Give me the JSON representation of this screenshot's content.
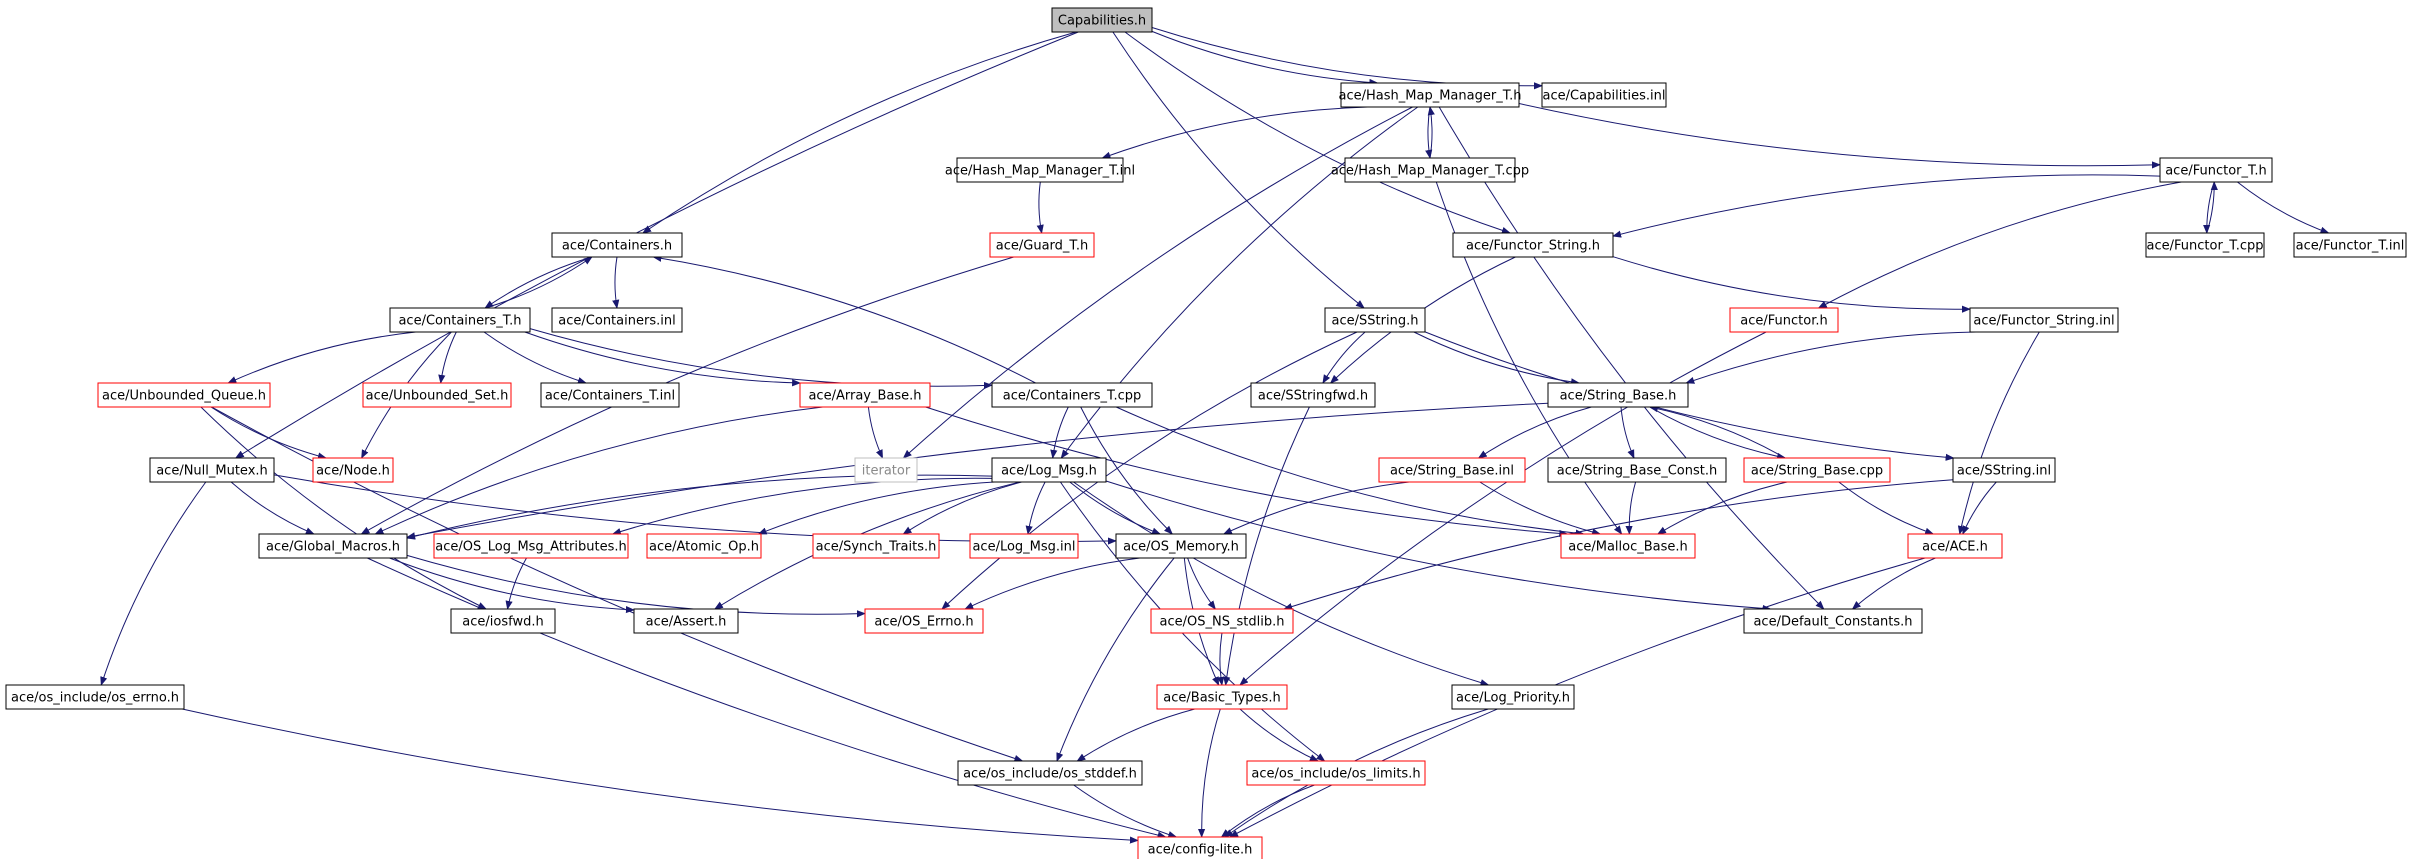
{
  "colors": {
    "edge": "#191970",
    "root_fill": "#bfbfbf",
    "border_documented": "#000000",
    "border_undocumented": "#ff0000",
    "border_external": "#bfbfbf",
    "text": "#000000",
    "text_external": "#8a8a8a"
  },
  "nodes": [
    {
      "id": "capabilities_h",
      "label": "Capabilities.h",
      "kind": "root"
    },
    {
      "id": "capabilities_inl",
      "label": "ace/Capabilities.inl",
      "kind": "documented"
    },
    {
      "id": "hash_map_manager_t_h",
      "label": "ace/Hash_Map_Manager_T.h",
      "kind": "documented"
    },
    {
      "id": "hash_map_manager_t_inl",
      "label": "ace/Hash_Map_Manager_T.inl",
      "kind": "documented"
    },
    {
      "id": "hash_map_manager_t_cpp",
      "label": "ace/Hash_Map_Manager_T.cpp",
      "kind": "documented"
    },
    {
      "id": "functor_t_h",
      "label": "ace/Functor_T.h",
      "kind": "documented"
    },
    {
      "id": "functor_t_cpp",
      "label": "ace/Functor_T.cpp",
      "kind": "documented"
    },
    {
      "id": "functor_t_inl",
      "label": "ace/Functor_T.inl",
      "kind": "documented"
    },
    {
      "id": "guard_t_h",
      "label": "ace/Guard_T.h",
      "kind": "undocumented"
    },
    {
      "id": "containers_h",
      "label": "ace/Containers.h",
      "kind": "documented"
    },
    {
      "id": "containers_inl",
      "label": "ace/Containers.inl",
      "kind": "documented"
    },
    {
      "id": "containers_t_h",
      "label": "ace/Containers_T.h",
      "kind": "documented"
    },
    {
      "id": "functor_string_h",
      "label": "ace/Functor_String.h",
      "kind": "documented"
    },
    {
      "id": "sstring_h",
      "label": "ace/SString.h",
      "kind": "documented"
    },
    {
      "id": "functor_h",
      "label": "ace/Functor.h",
      "kind": "undocumented"
    },
    {
      "id": "functor_string_inl",
      "label": "ace/Functor_String.inl",
      "kind": "documented"
    },
    {
      "id": "unbounded_queue_h",
      "label": "ace/Unbounded_Queue.h",
      "kind": "undocumented"
    },
    {
      "id": "unbounded_set_h",
      "label": "ace/Unbounded_Set.h",
      "kind": "undocumented"
    },
    {
      "id": "containers_t_inl",
      "label": "ace/Containers_T.inl",
      "kind": "documented"
    },
    {
      "id": "array_base_h",
      "label": "ace/Array_Base.h",
      "kind": "undocumented"
    },
    {
      "id": "containers_t_cpp",
      "label": "ace/Containers_T.cpp",
      "kind": "documented"
    },
    {
      "id": "sstringfwd_h",
      "label": "ace/SStringfwd.h",
      "kind": "documented"
    },
    {
      "id": "string_base_h",
      "label": "ace/String_Base.h",
      "kind": "documented"
    },
    {
      "id": "null_mutex_h",
      "label": "ace/Null_Mutex.h",
      "kind": "documented"
    },
    {
      "id": "node_h",
      "label": "ace/Node.h",
      "kind": "undocumented"
    },
    {
      "id": "iterator",
      "label": "iterator",
      "kind": "external"
    },
    {
      "id": "log_msg_h",
      "label": "ace/Log_Msg.h",
      "kind": "documented"
    },
    {
      "id": "string_base_inl",
      "label": "ace/String_Base.inl",
      "kind": "undocumented"
    },
    {
      "id": "string_base_const_h",
      "label": "ace/String_Base_Const.h",
      "kind": "documented"
    },
    {
      "id": "string_base_cpp",
      "label": "ace/String_Base.cpp",
      "kind": "undocumented"
    },
    {
      "id": "sstring_inl",
      "label": "ace/SString.inl",
      "kind": "documented"
    },
    {
      "id": "global_macros_h",
      "label": "ace/Global_Macros.h",
      "kind": "documented"
    },
    {
      "id": "os_log_msg_attributes_h",
      "label": "ace/OS_Log_Msg_Attributes.h",
      "kind": "undocumented"
    },
    {
      "id": "atomic_op_h",
      "label": "ace/Atomic_Op.h",
      "kind": "undocumented"
    },
    {
      "id": "synch_traits_h",
      "label": "ace/Synch_Traits.h",
      "kind": "undocumented"
    },
    {
      "id": "log_msg_inl",
      "label": "ace/Log_Msg.inl",
      "kind": "undocumented"
    },
    {
      "id": "os_memory_h",
      "label": "ace/OS_Memory.h",
      "kind": "documented"
    },
    {
      "id": "malloc_base_h",
      "label": "ace/Malloc_Base.h",
      "kind": "undocumented"
    },
    {
      "id": "ace_h",
      "label": "ace/ACE.h",
      "kind": "undocumented"
    },
    {
      "id": "iosfwd_h",
      "label": "ace/iosfwd.h",
      "kind": "documented"
    },
    {
      "id": "assert_h",
      "label": "ace/Assert.h",
      "kind": "documented"
    },
    {
      "id": "os_errno_h",
      "label": "ace/OS_Errno.h",
      "kind": "undocumented"
    },
    {
      "id": "os_ns_stdlib_h",
      "label": "ace/OS_NS_stdlib.h",
      "kind": "undocumented"
    },
    {
      "id": "default_constants_h",
      "label": "ace/Default_Constants.h",
      "kind": "documented"
    },
    {
      "id": "os_include_os_errno_h",
      "label": "ace/os_include/os_errno.h",
      "kind": "documented"
    },
    {
      "id": "basic_types_h",
      "label": "ace/Basic_Types.h",
      "kind": "undocumented"
    },
    {
      "id": "log_priority_h",
      "label": "ace/Log_Priority.h",
      "kind": "documented"
    },
    {
      "id": "os_include_os_stddef_h",
      "label": "ace/os_include/os_stddef.h",
      "kind": "documented"
    },
    {
      "id": "os_include_os_limits_h",
      "label": "ace/os_include/os_limits.h",
      "kind": "undocumented"
    },
    {
      "id": "config_lite_h",
      "label": "ace/config-lite.h",
      "kind": "undocumented"
    }
  ],
  "edges": [
    [
      "capabilities_h",
      "capabilities_inl"
    ],
    [
      "capabilities_h",
      "hash_map_manager_t_h"
    ],
    [
      "capabilities_h",
      "containers_h"
    ],
    [
      "capabilities_h",
      "functor_string_h"
    ],
    [
      "capabilities_h",
      "sstring_h"
    ],
    [
      "capabilities_h",
      "null_mutex_h"
    ],
    [
      "hash_map_manager_t_h",
      "hash_map_manager_t_inl"
    ],
    [
      "hash_map_manager_t_h",
      "hash_map_manager_t_cpp"
    ],
    [
      "hash_map_manager_t_cpp",
      "hash_map_manager_t_h"
    ],
    [
      "hash_map_manager_t_h",
      "functor_t_h"
    ],
    [
      "hash_map_manager_t_h",
      "log_msg_h"
    ],
    [
      "hash_map_manager_t_h",
      "iterator"
    ],
    [
      "hash_map_manager_t_h",
      "default_constants_h"
    ],
    [
      "hash_map_manager_t_inl",
      "guard_t_h"
    ],
    [
      "hash_map_manager_t_cpp",
      "malloc_base_h"
    ],
    [
      "functor_t_h",
      "functor_t_cpp"
    ],
    [
      "functor_t_cpp",
      "functor_t_h"
    ],
    [
      "functor_t_h",
      "functor_t_inl"
    ],
    [
      "functor_t_h",
      "functor_string_h"
    ],
    [
      "functor_t_h",
      "functor_h"
    ],
    [
      "guard_t_h",
      "global_macros_h"
    ],
    [
      "containers_h",
      "containers_inl"
    ],
    [
      "containers_h",
      "containers_t_h"
    ],
    [
      "containers_t_h",
      "containers_h"
    ],
    [
      "containers_t_h",
      "unbounded_queue_h"
    ],
    [
      "containers_t_h",
      "unbounded_set_h"
    ],
    [
      "containers_t_h",
      "containers_t_inl"
    ],
    [
      "containers_t_h",
      "array_base_h"
    ],
    [
      "containers_t_h",
      "containers_t_cpp"
    ],
    [
      "containers_t_h",
      "node_h"
    ],
    [
      "containers_t_cpp",
      "containers_h"
    ],
    [
      "containers_t_cpp",
      "log_msg_h"
    ],
    [
      "containers_t_cpp",
      "os_memory_h"
    ],
    [
      "containers_t_cpp",
      "malloc_base_h"
    ],
    [
      "functor_string_h",
      "functor_string_inl"
    ],
    [
      "functor_string_h",
      "sstringfwd_h"
    ],
    [
      "functor_string_inl",
      "string_base_h"
    ],
    [
      "functor_string_inl",
      "ace_h"
    ],
    [
      "functor_h",
      "basic_types_h"
    ],
    [
      "sstring_h",
      "sstringfwd_h"
    ],
    [
      "sstring_h",
      "string_base_h"
    ],
    [
      "sstring_h",
      "sstring_inl"
    ],
    [
      "sstring_h",
      "os_errno_h"
    ],
    [
      "sstringfwd_h",
      "basic_types_h"
    ],
    [
      "string_base_h",
      "string_base_inl"
    ],
    [
      "string_base_h",
      "string_base_const_h"
    ],
    [
      "string_base_h",
      "string_base_cpp"
    ],
    [
      "string_base_cpp",
      "string_base_h"
    ],
    [
      "string_base_h",
      "global_macros_h"
    ],
    [
      "string_base_inl",
      "malloc_base_h"
    ],
    [
      "string_base_inl",
      "os_memory_h"
    ],
    [
      "string_base_const_h",
      "malloc_base_h"
    ],
    [
      "string_base_cpp",
      "malloc_base_h"
    ],
    [
      "string_base_cpp",
      "ace_h"
    ],
    [
      "sstring_inl",
      "ace_h"
    ],
    [
      "sstring_inl",
      "os_ns_stdlib_h"
    ],
    [
      "unbounded_queue_h",
      "node_h"
    ],
    [
      "unbounded_queue_h",
      "os_include_os_stddef_h"
    ],
    [
      "array_base_h",
      "iterator"
    ],
    [
      "array_base_h",
      "global_macros_h"
    ],
    [
      "array_base_h",
      "malloc_base_h"
    ],
    [
      "null_mutex_h",
      "global_macros_h"
    ],
    [
      "null_mutex_h",
      "os_memory_h"
    ],
    [
      "null_mutex_h",
      "os_include_os_errno_h"
    ],
    [
      "log_msg_h",
      "global_macros_h"
    ],
    [
      "log_msg_h",
      "os_log_msg_attributes_h"
    ],
    [
      "log_msg_h",
      "atomic_op_h"
    ],
    [
      "log_msg_h",
      "synch_traits_h"
    ],
    [
      "log_msg_h",
      "log_msg_inl"
    ],
    [
      "log_msg_h",
      "assert_h"
    ],
    [
      "log_msg_h",
      "log_priority_h"
    ],
    [
      "log_msg_h",
      "default_constants_h"
    ],
    [
      "log_msg_h",
      "os_include_os_limits_h"
    ],
    [
      "log_msg_h",
      "os_memory_h"
    ],
    [
      "global_macros_h",
      "config_lite_h"
    ],
    [
      "global_macros_h",
      "os_errno_h"
    ],
    [
      "global_macros_h",
      "assert_h"
    ],
    [
      "os_log_msg_attributes_h",
      "iosfwd_h"
    ],
    [
      "os_memory_h",
      "os_errno_h"
    ],
    [
      "os_memory_h",
      "basic_types_h"
    ],
    [
      "os_memory_h",
      "os_ns_stdlib_h"
    ],
    [
      "os_memory_h",
      "os_include_os_stddef_h"
    ],
    [
      "os_ns_stdlib_h",
      "basic_types_h"
    ],
    [
      "ace_h",
      "default_constants_h"
    ],
    [
      "ace_h",
      "config_lite_h"
    ],
    [
      "basic_types_h",
      "os_include_os_stddef_h"
    ],
    [
      "basic_types_h",
      "os_include_os_limits_h"
    ],
    [
      "basic_types_h",
      "config_lite_h"
    ],
    [
      "log_priority_h",
      "config_lite_h"
    ],
    [
      "os_include_os_errno_h",
      "config_lite_h"
    ],
    [
      "os_include_os_stddef_h",
      "config_lite_h"
    ],
    [
      "os_include_os_limits_h",
      "config_lite_h"
    ],
    [
      "unbounded_queue_h",
      "iosfwd_h"
    ]
  ]
}
